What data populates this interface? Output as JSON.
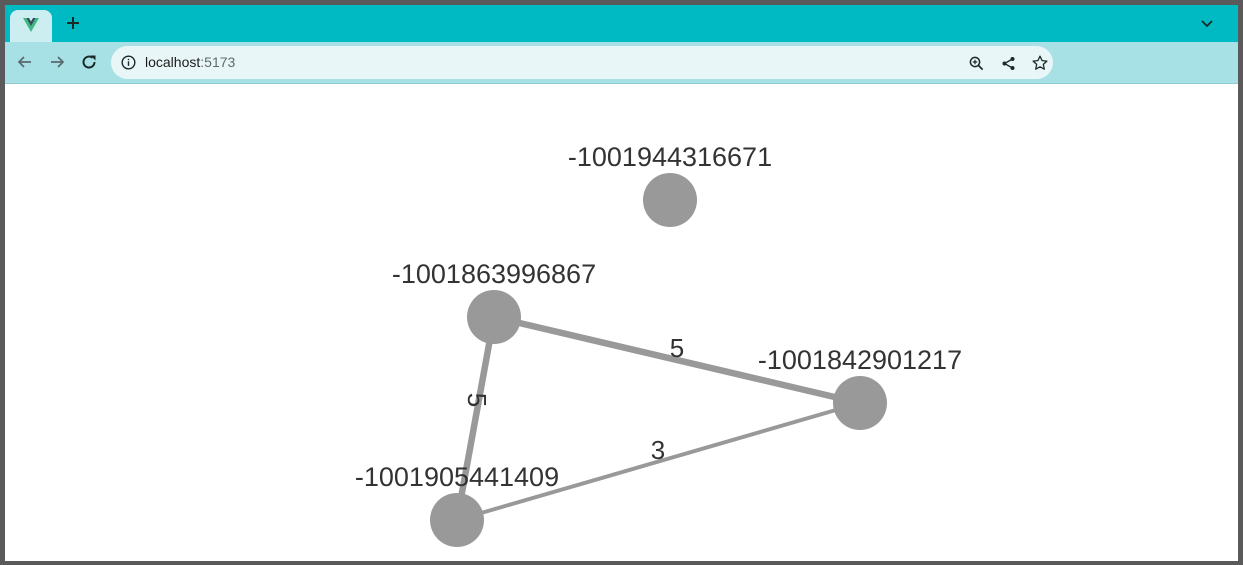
{
  "browser": {
    "tab": {
      "favicon_icon": "vue-logo-icon"
    },
    "new_tab_icon": "plus-icon",
    "tab_search_icon": "chevron-down-icon",
    "nav": {
      "back_icon": "arrow-left-icon",
      "forward_icon": "arrow-right-icon",
      "reload_icon": "reload-icon"
    },
    "omnibox": {
      "host": "localhost",
      "port": ":5173",
      "info_icon": "info-icon",
      "actions": [
        "zoom-icon",
        "share-icon",
        "star-icon"
      ]
    },
    "colors": {
      "tab_strip": "#00bac3",
      "toolbar": "#a7e1e6",
      "omnibox": "#e9f6f7"
    }
  },
  "graph": {
    "node_color": "#999999",
    "edge_color": "#999999",
    "nodes": [
      {
        "id": "n1",
        "label": "-1001944316671"
      },
      {
        "id": "n2",
        "label": "-1001863996867"
      },
      {
        "id": "n3",
        "label": "-1001842901217"
      },
      {
        "id": "n4",
        "label": "-1001905441409"
      }
    ],
    "edges": [
      {
        "source": "n2",
        "target": "n3",
        "label": "5",
        "weight": 5
      },
      {
        "source": "n2",
        "target": "n4",
        "label": "5",
        "weight": 5
      },
      {
        "source": "n4",
        "target": "n3",
        "label": "3",
        "weight": 3
      }
    ]
  }
}
